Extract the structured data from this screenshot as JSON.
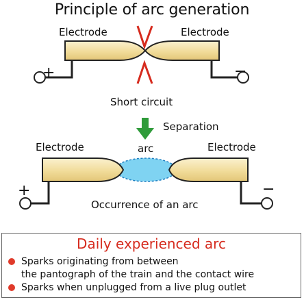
{
  "title": "Principle of arc generation",
  "top_diagram": {
    "electrode_left": "Electrode",
    "electrode_right": "Electrode",
    "plus": "+",
    "minus": "−",
    "caption": "Short circuit"
  },
  "transition": {
    "label": "Separation"
  },
  "bottom_diagram": {
    "electrode_left": "Electrode",
    "electrode_right": "Electrode",
    "arc_label": "arc",
    "plus": "+",
    "minus": "−",
    "caption": "Occurrence of an arc"
  },
  "panel": {
    "title": "Daily experienced arc",
    "items": [
      {
        "line1": "Sparks originating from between",
        "line2": "the pantograph of the train and the contact wire"
      },
      {
        "line1": "Sparks when unplugged from a live plug outlet"
      }
    ]
  },
  "colors": {
    "electrode_fill": "#f2dfa0",
    "electrode_stroke": "#222222",
    "spark_red": "#d62b1e",
    "arrow_green": "#2f9b3a",
    "arc_blue": "#7fd3f2",
    "panel_title": "#d62b1e"
  }
}
